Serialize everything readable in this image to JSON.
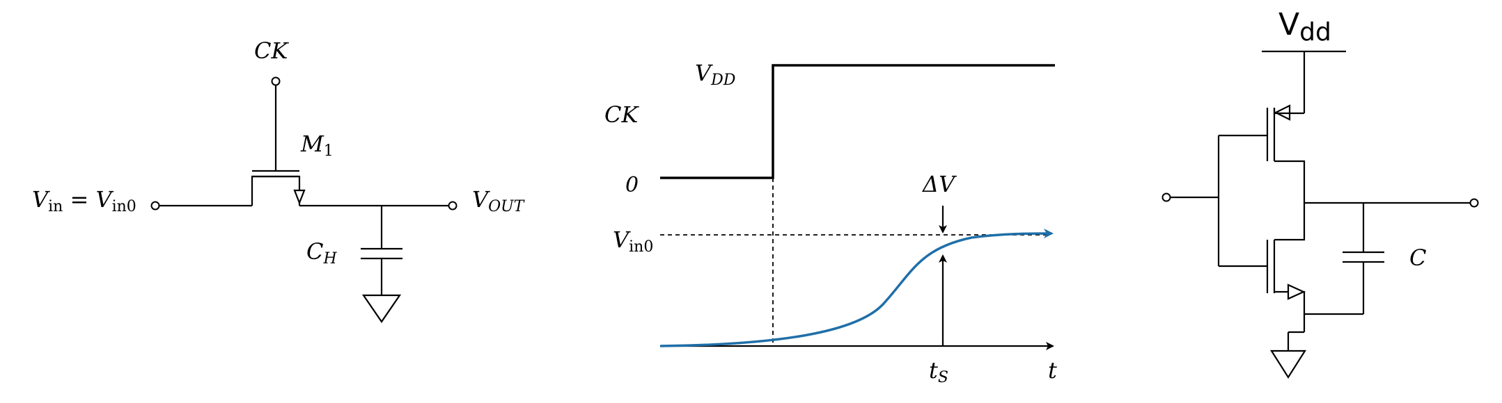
{
  "left_circuit": {
    "ck": {
      "base": "CK"
    },
    "m1": {
      "base": "M",
      "sub": "1"
    },
    "vin": {
      "base": "V",
      "sub": "in",
      "eq": " = ",
      "base2": "V",
      "sub2": "in0"
    },
    "vout": {
      "base": "V",
      "sub": "OUT"
    },
    "ch": {
      "base": "C",
      "sub": "H"
    }
  },
  "timing": {
    "ck": "CK",
    "vdd": {
      "base": "V",
      "sub": "DD"
    },
    "zero": "0",
    "vin0": {
      "base": "V",
      "sub": "in0"
    },
    "delta_v": "ΔV",
    "ts": {
      "base": "t",
      "sub": "S"
    },
    "t_axis": "t",
    "curve_color": "#1f6fa8"
  },
  "right_circuit": {
    "vdd": {
      "base": "V",
      "sub": "dd"
    },
    "c": "C"
  }
}
